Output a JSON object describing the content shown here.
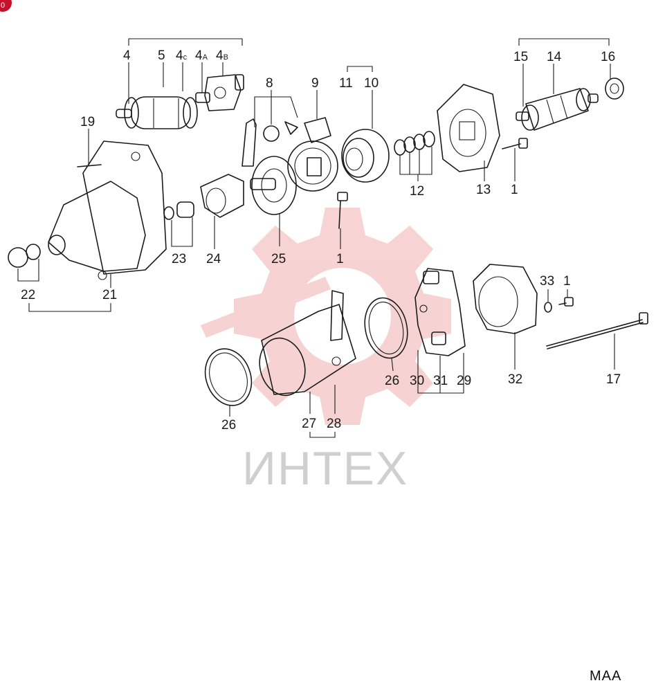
{
  "corner_badge": "0",
  "watermark": {
    "text": "ИНТЕХ",
    "color": "#f2b8b8"
  },
  "diagram_code": "MAA",
  "callouts": {
    "c4": "4",
    "c5": "5",
    "c4c": "4",
    "c4c_sub": "c",
    "c4a": "4",
    "c4a_sub": "A",
    "c4b": "4",
    "c4b_sub": "B",
    "c8": "8",
    "c9": "9",
    "c11": "11",
    "c10": "10",
    "c15": "15",
    "c14": "14",
    "c16": "16",
    "c19": "19",
    "c12": "12",
    "c13": "13",
    "c1a": "1",
    "c1b": "1",
    "c23": "23",
    "c24": "24",
    "c25": "25",
    "c22": "22",
    "c21": "21",
    "c33": "33",
    "c1c": "1",
    "c26a": "26",
    "c30": "30",
    "c31": "31",
    "c29": "29",
    "c32": "32",
    "c17": "17",
    "c26b": "26",
    "c27": "27",
    "c28": "28"
  }
}
